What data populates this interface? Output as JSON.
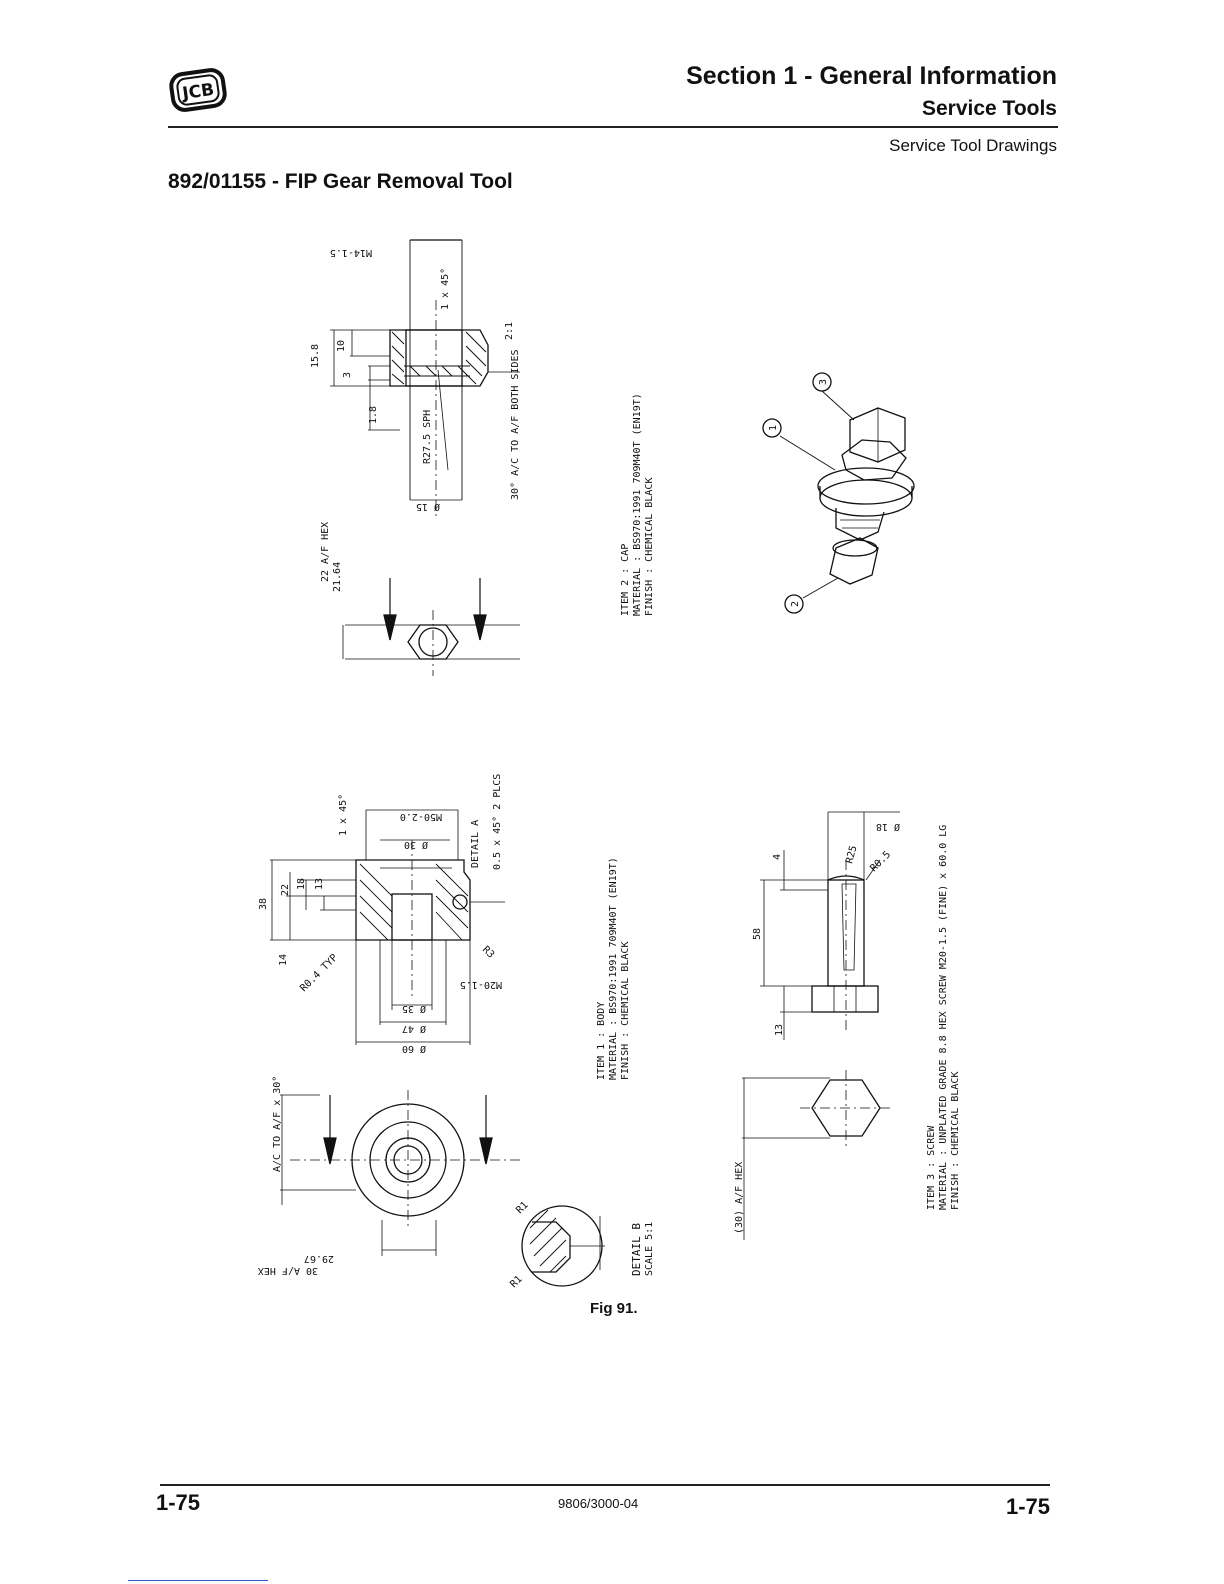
{
  "header": {
    "logo_text": "JCB",
    "section_title": "Section 1 - General Information",
    "section_subtitle": "Service Tools",
    "page_topic": "Service Tool Drawings"
  },
  "drawing_title": "892/01155 - FIP Gear Removal Tool",
  "figure": {
    "caption": "Fig 91.",
    "cap_dimensions": {
      "thread": "M14-1.5",
      "chamfer": "1 x 45°",
      "scale": "2:1",
      "d15_8": "15.8",
      "d10": "10",
      "d3": "3",
      "d1_8": "1.8",
      "sph": "R27.5 SPH",
      "dia15": "Ø 15",
      "ac": "30° A/C TO A/F BOTH SIDES",
      "hex_af": "22 A/F HEX",
      "hex_ac": "21.64"
    },
    "item2_notes": [
      "ITEM 2 :    CAP",
      "MATERIAL :  BS970:1991 709M40T (EN19T)",
      "FINISH :    CHEMICAL BLACK"
    ],
    "body_dimensions": {
      "chamfer": "1 x 45°",
      "thread_top": "M50-2.0",
      "dia30": "Ø 30",
      "detail_a": "DETAIL A",
      "chamfer2": "0.5 x 45° 2 PLCS",
      "d38": "38",
      "d22": "22",
      "d18": "18",
      "d13": "13",
      "d14": "14",
      "r04": "R0.4 TYP",
      "r3": "R3",
      "thread_inner": "M20-1.5",
      "dia35": "Ø 35",
      "dia47": "Ø 47",
      "dia60": "Ø 60",
      "ac": "A/C TO A/F x 30°",
      "hex_af": "30 A/F HEX",
      "hex_ac": "29.67"
    },
    "item1_notes": [
      "ITEM 1 :    BODY",
      "MATERIAL :  BS970:1991 709M40T (EN19T)",
      "FINISH :    CHEMICAL BLACK"
    ],
    "detail_b": {
      "title": "DETAIL B",
      "scale": "SCALE 5:1",
      "r1": "R1",
      "r1b": "R1"
    },
    "screw_dimensions": {
      "dia18": "Ø 18",
      "r25": "R25",
      "r05": "R0.5",
      "d4": "4",
      "d58": "58",
      "d13": "13",
      "hex": "(30) A/F HEX"
    },
    "item3_notes": [
      "ITEM 3 :    SCREW",
      "MATERIAL :  UNPLATED GRADE 8.8 HEX SCREW M20-1.5 (FINE) x 60.0 LG",
      "FINISH :    CHEMICAL BLACK"
    ],
    "balloons": [
      "1",
      "2",
      "3"
    ]
  },
  "footer": {
    "page_left": "1-75",
    "doc_number": "9806/3000-04",
    "page_right": "1-75"
  }
}
